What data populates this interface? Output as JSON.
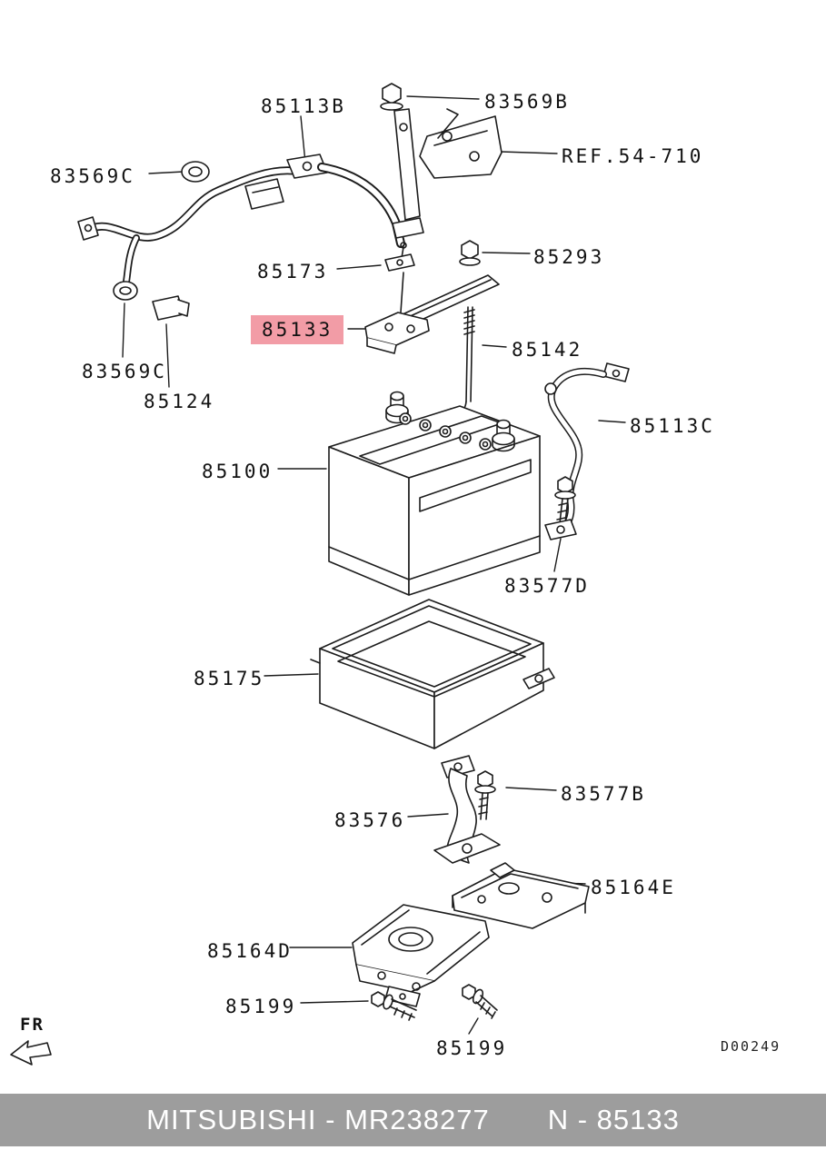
{
  "diagram": {
    "labels": [
      {
        "text": "85113B",
        "highlighted": false
      },
      {
        "text": "83569B",
        "highlighted": false
      },
      {
        "text": "REF.54-710",
        "highlighted": false
      },
      {
        "text": "83569C",
        "highlighted": false
      },
      {
        "text": "85173",
        "highlighted": false
      },
      {
        "text": "85293",
        "highlighted": false
      },
      {
        "text": "85133",
        "highlighted": true
      },
      {
        "text": "85142",
        "highlighted": false
      },
      {
        "text": "83569C",
        "highlighted": false
      },
      {
        "text": "85124",
        "highlighted": false
      },
      {
        "text": "85113C",
        "highlighted": false
      },
      {
        "text": "85100",
        "highlighted": false
      },
      {
        "text": "83577D",
        "highlighted": false
      },
      {
        "text": "85175",
        "highlighted": false
      },
      {
        "text": "83577B",
        "highlighted": false
      },
      {
        "text": "83576",
        "highlighted": false
      },
      {
        "text": "85164E",
        "highlighted": false
      },
      {
        "text": "85164D",
        "highlighted": false
      },
      {
        "text": "85199",
        "highlighted": false
      },
      {
        "text": "85199",
        "highlighted": false
      }
    ],
    "fr_label": "FR",
    "drawing_code": "D00249",
    "highlight_color": "#f29ca6"
  },
  "footer": {
    "left_text": "MITSUBISHI - MR238277",
    "right_text": "N - 85133",
    "background": "#9d9d9d"
  }
}
